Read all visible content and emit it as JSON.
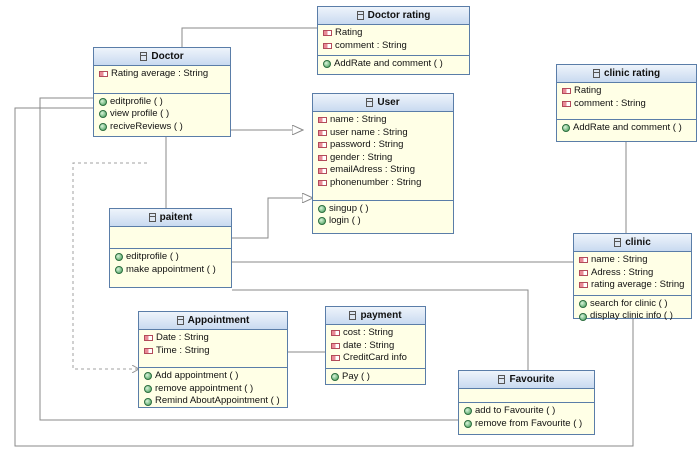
{
  "classes": {
    "doctor_rating": {
      "name": "Doctor rating",
      "attributes": [
        "Rating",
        "comment : String"
      ],
      "methods": [
        "AddRate and comment ( )"
      ]
    },
    "doctor": {
      "name": "Doctor",
      "attributes": [
        "Rating average : String"
      ],
      "methods": [
        "editprofile ( )",
        "view profile ( )",
        "reciveReviews ( )"
      ]
    },
    "clinic_rating": {
      "name": "clinic rating",
      "attributes": [
        "Rating",
        "comment : String"
      ],
      "methods": [
        "AddRate and comment ( )"
      ]
    },
    "user": {
      "name": "User",
      "attributes": [
        "name : String",
        "user name : String",
        "password : String",
        "gender : String",
        "emailAdress : String",
        "phonenumber : String"
      ],
      "methods": [
        "singup ( )",
        "login ( )"
      ]
    },
    "paitent": {
      "name": "paitent",
      "attributes": [],
      "methods": [
        "editprofile ( )",
        "make appointment ( )"
      ]
    },
    "clinic": {
      "name": "clinic",
      "attributes": [
        "name : String",
        "Adress : String",
        "rating average : String"
      ],
      "methods": [
        "search for clinic ( )",
        "display clinic info ( )"
      ]
    },
    "appointment": {
      "name": "Appointment",
      "attributes": [
        "Date : String",
        "Time : String"
      ],
      "methods": [
        "Add appointment ( )",
        "remove appointment ( )",
        "Remind AboutAppointment ( )"
      ]
    },
    "payment": {
      "name": "payment",
      "attributes": [
        "cost : String",
        "date : String",
        "CreditCard info"
      ],
      "methods": [
        "Pay ( )"
      ]
    },
    "favourite": {
      "name": "Favourite",
      "attributes": [],
      "methods": [
        "add to Favourite ( )",
        "remove from Favourite ( )"
      ]
    }
  }
}
